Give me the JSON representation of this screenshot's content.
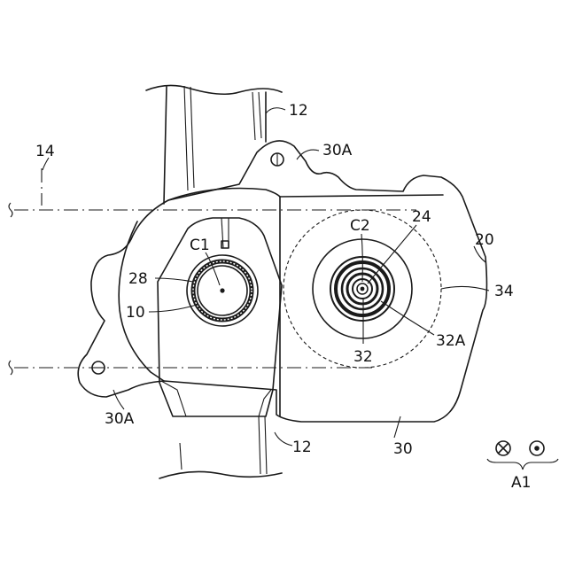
{
  "labels": {
    "frame_top": "12",
    "frame_bottom": "12",
    "axis_line": "14",
    "mount_top": "30A",
    "mount_bottom": "30A",
    "case_outer": "20",
    "case": "30",
    "c1": "C1",
    "c2": "C2",
    "part_28": "28",
    "part_10": "10",
    "part_24": "24",
    "part_34": "34",
    "part_32": "32",
    "part_32a": "32A",
    "direction": "A1"
  },
  "icons": {
    "into_page": "cross-circle-icon",
    "out_of_page": "dot-circle-icon"
  },
  "colors": {
    "ink": "#1a1a1a",
    "background": "#ffffff"
  }
}
